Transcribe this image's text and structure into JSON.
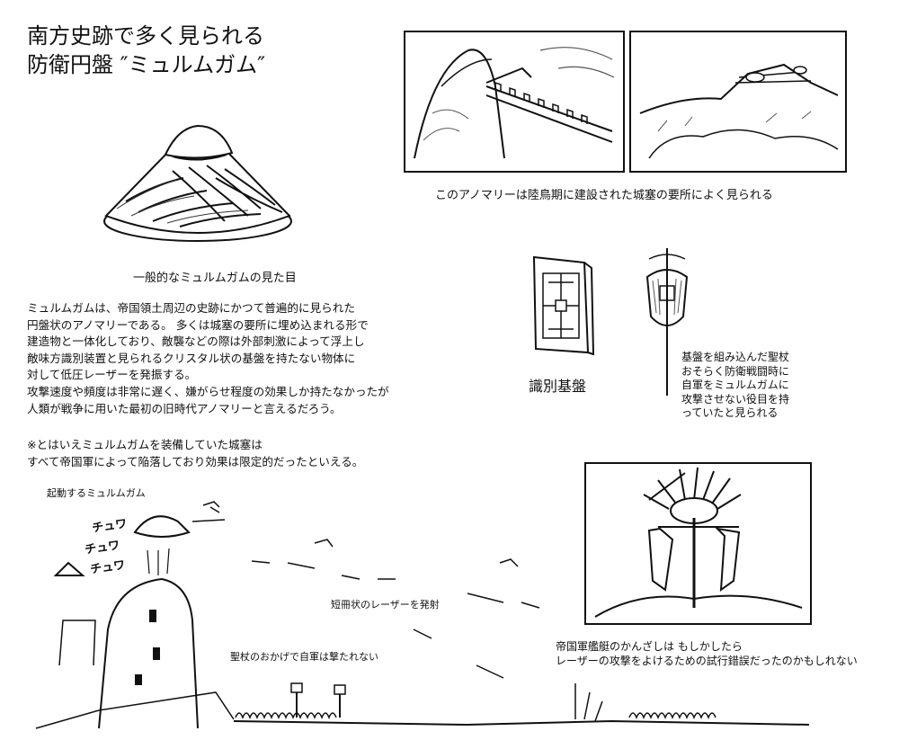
{
  "title": {
    "line1": "南方史跡で多く見られる",
    "line2": "防衛円盤 ″ミュルムガム″"
  },
  "captions": {
    "appearance": "一般的なミュルムガムの見た目",
    "fortress": "このアノマリーは陸鳥期に建設された城塞の要所によく見られる",
    "id_board": "識別基盤",
    "scepter": [
      "基盤を組み込んだ聖杖",
      "おそらく防衛戦闘時に",
      "自軍をミュルムガムに",
      "攻撃させない役目を持",
      "っていたと見られる"
    ],
    "activating": "起動するミュルムガム",
    "laser": "短冊状のレーザーを発射",
    "not_shot": "聖杖のおかげで自軍は撃たれない",
    "hairpin": [
      "帝国軍艦艇のかんざしは もしかしたら",
      "レーザーの攻撃をよけるための試行錯誤だったのかもしれない"
    ]
  },
  "description": [
    "ミュルムガムは、帝国領土周辺の史跡にかつて普遍的に見られた",
    "円盤状のアノマリーである。 多くは城塞の要所に埋め込まれる形で",
    "建造物と一体化しており、敵襲などの際は外部刺激によって浮上し",
    "敵味方識別装置と見られるクリスタル状の基盤を持たない物体に",
    "対して低圧レーザーを発振する。",
    "攻撃速度や頻度は非常に遅く、嫌がらせ程度の効果しか持たなかったが",
    "人類が戦争に用いた最初の旧時代アノマリーと言えるだろう。"
  ],
  "note": [
    "※とはいえミュルムガムを装備していた城塞は",
    "すべて帝国軍によって陥落しており効果は限定的だったといえる。"
  ],
  "sfx": [
    "チュワ",
    "チュワ",
    "チュワ"
  ]
}
